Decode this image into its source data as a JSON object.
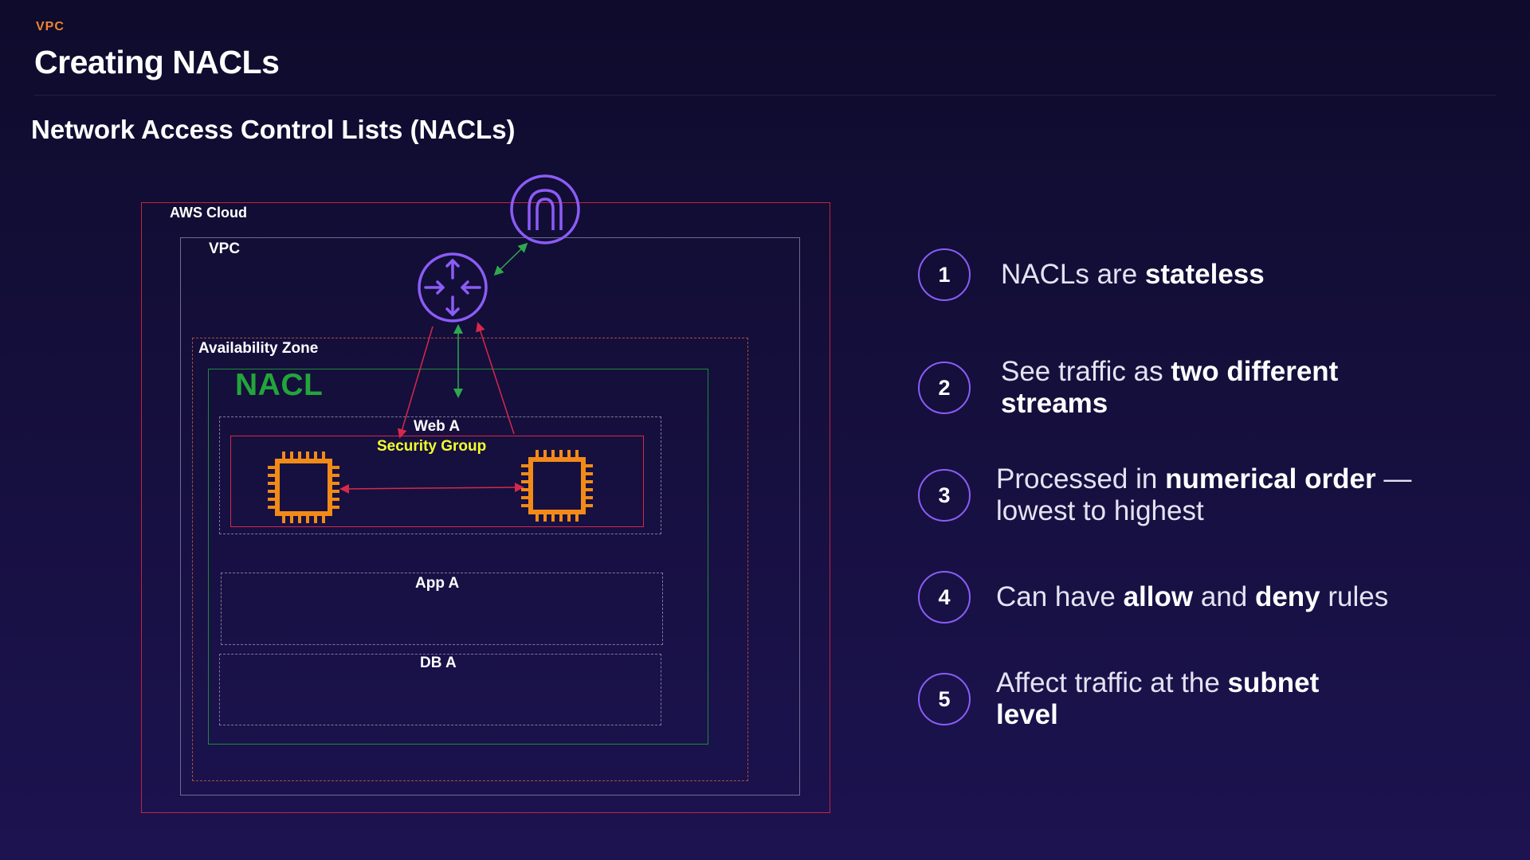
{
  "header": {
    "eyebrow": "VPC",
    "title": "Creating NACLs",
    "subtitle": "Network Access Control Lists (NACLs)"
  },
  "diagram": {
    "aws_cloud_label": "AWS Cloud",
    "vpc_label": "VPC",
    "az_label": "Availability Zone",
    "nacl_label": "NACL",
    "web_subnet_label": "Web A",
    "security_group_label": "Security Group",
    "app_subnet_label": "App  A",
    "db_subnet_label": "DB A",
    "icons": [
      "internet-gateway-icon",
      "router-icon",
      "ec2-instance-icon",
      "ec2-instance-icon"
    ]
  },
  "colors": {
    "accent_purple": "#8b5cf6",
    "aws_cloud_border": "#c8213f",
    "nacl_green": "#22a53a",
    "security_group_yellow": "#f2ff2e",
    "ec2_orange": "#f28a18",
    "eyebrow_orange": "#f0832f"
  },
  "points": [
    {
      "number": "1",
      "parts": [
        {
          "text": "NACLs are ",
          "bold": false
        },
        {
          "text": "stateless",
          "bold": true
        }
      ]
    },
    {
      "number": "2",
      "parts": [
        {
          "text": "See traffic as ",
          "bold": false
        },
        {
          "text": "two different streams",
          "bold": true
        }
      ]
    },
    {
      "number": "3",
      "parts": [
        {
          "text": "Processed in ",
          "bold": false
        },
        {
          "text": "numerical order",
          "bold": true
        },
        {
          "text": " — lowest to highest",
          "bold": false
        }
      ]
    },
    {
      "number": "4",
      "parts": [
        {
          "text": "Can have ",
          "bold": false
        },
        {
          "text": "allow",
          "bold": true
        },
        {
          "text": " and ",
          "bold": false
        },
        {
          "text": "deny",
          "bold": true
        },
        {
          "text": " rules",
          "bold": false
        }
      ]
    },
    {
      "number": "5",
      "parts": [
        {
          "text": "Affect traffic at the ",
          "bold": false
        },
        {
          "text": "subnet level",
          "bold": true
        }
      ]
    }
  ]
}
